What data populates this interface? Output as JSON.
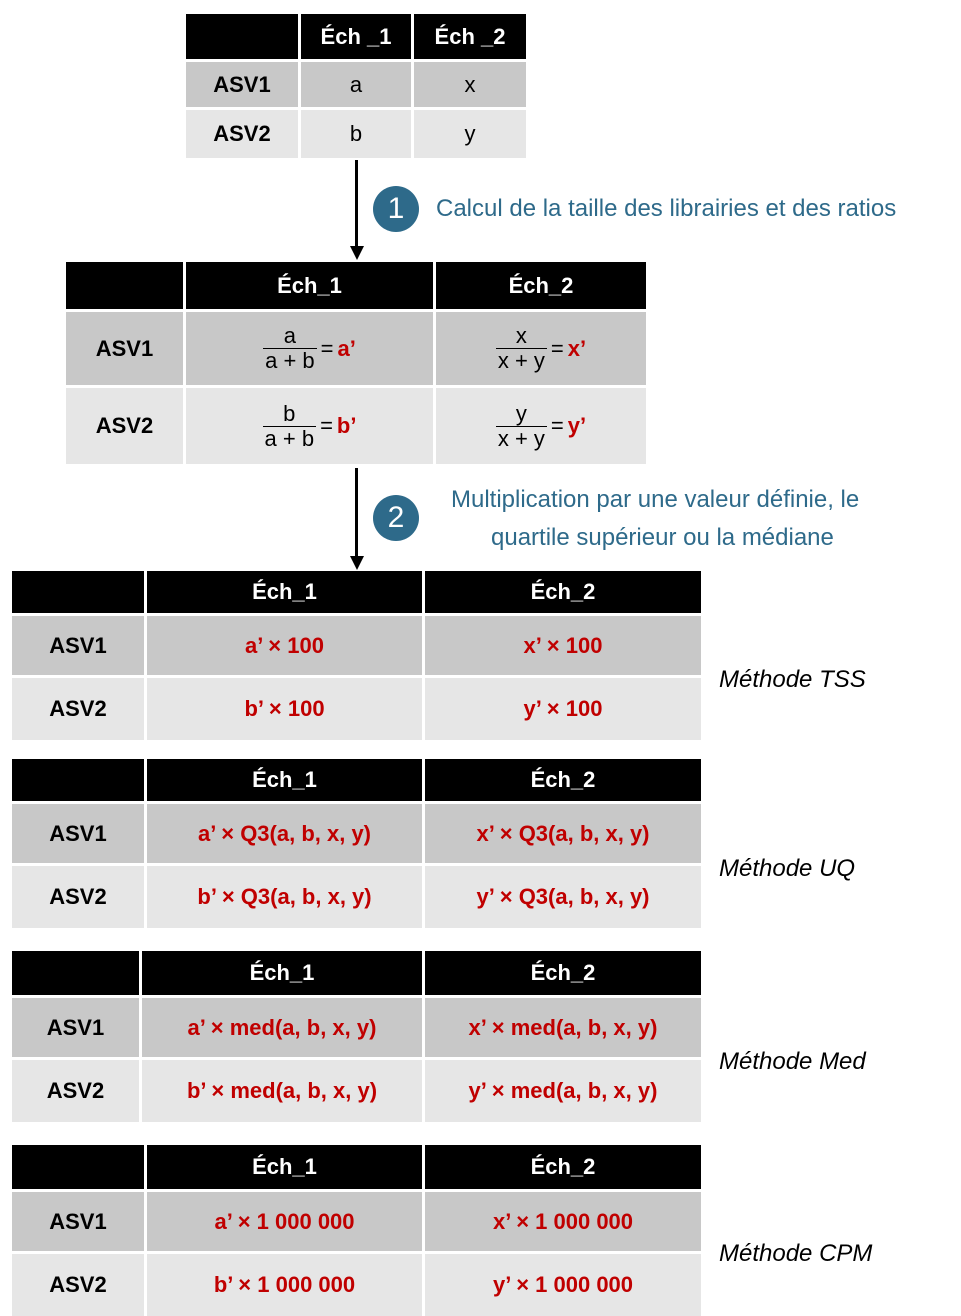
{
  "table0": {
    "headers": [
      "",
      "Éch _1",
      "Éch _2"
    ],
    "rows": [
      {
        "label": "ASV1",
        "c1": "a",
        "c2": "x"
      },
      {
        "label": "ASV2",
        "c1": "b",
        "c2": "y"
      }
    ]
  },
  "step1": {
    "number": "1",
    "text": "Calcul de la taille des librairies et des ratios"
  },
  "table1": {
    "headers": [
      "",
      "Éch_1",
      "Éch_2"
    ],
    "rows": [
      {
        "label": "ASV1",
        "c1": {
          "num": "a",
          "den": "a + b",
          "eq": "=",
          "res": "a’"
        },
        "c2": {
          "num": "x",
          "den": "x + y",
          "eq": "=",
          "res": "x’"
        }
      },
      {
        "label": "ASV2",
        "c1": {
          "num": "b",
          "den": "a + b",
          "eq": "=",
          "res": "b’"
        },
        "c2": {
          "num": "y",
          "den": "x + y",
          "eq": "=",
          "res": "y’"
        }
      }
    ]
  },
  "step2": {
    "number": "2",
    "line1": "Multiplication par une valeur définie, le",
    "line2": "quartile supérieur ou la médiane"
  },
  "methods": [
    {
      "name": "Méthode TSS",
      "headers": [
        "",
        "Éch_1",
        "Éch_2"
      ],
      "rows": [
        {
          "label": "ASV1",
          "c1": "a’ × 100",
          "c2": "x’ × 100"
        },
        {
          "label": "ASV2",
          "c1": "b’ × 100",
          "c2": "y’ × 100"
        }
      ]
    },
    {
      "name": "Méthode UQ",
      "headers": [
        "",
        "Éch_1",
        "Éch_2"
      ],
      "rows": [
        {
          "label": "ASV1",
          "c1": "a’ × Q3(a, b, x, y)",
          "c2": "x’ × Q3(a, b, x, y)"
        },
        {
          "label": "ASV2",
          "c1": "b’ × Q3(a, b, x, y)",
          "c2": "y’ × Q3(a, b, x, y)"
        }
      ]
    },
    {
      "name": "Méthode Med",
      "headers": [
        "",
        "Éch_1",
        "Éch_2"
      ],
      "rows": [
        {
          "label": "ASV1",
          "c1": "a’ × med(a, b, x, y)",
          "c2": "x’ × med(a, b, x, y)"
        },
        {
          "label": "ASV2",
          "c1": "b’ × med(a, b, x, y)",
          "c2": "y’ × med(a, b, x, y)"
        }
      ]
    },
    {
      "name": "Méthode CPM",
      "headers": [
        "",
        "Éch_1",
        "Éch_2"
      ],
      "rows": [
        {
          "label": "ASV1",
          "c1": "a’ × 1 000 000",
          "c2": "x’ × 1 000 000"
        },
        {
          "label": "ASV2",
          "c1": "b’ × 1 000 000",
          "c2": "y’ × 1 000 000"
        }
      ]
    }
  ],
  "colors": {
    "header_bg": "#000000",
    "row1_bg": "#c8c8c8",
    "row2_bg": "#e6e6e6",
    "accent_red": "#c00000",
    "step_blue": "#2e6a8a"
  }
}
